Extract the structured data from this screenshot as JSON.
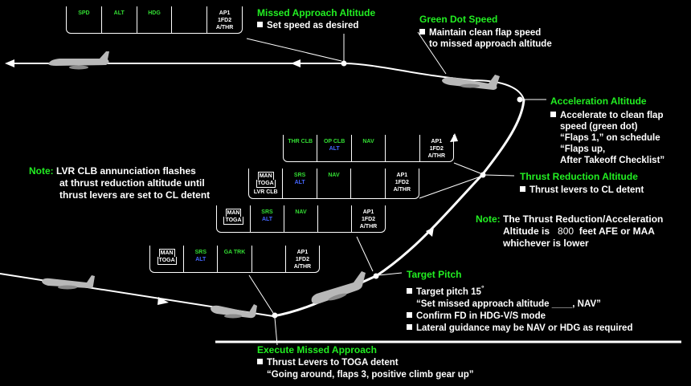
{
  "fma_panels": [
    {
      "id": "p1",
      "cells": [
        [
          "SPD"
        ],
        [
          "ALT"
        ],
        [
          "HDG"
        ],
        [
          ""
        ],
        [
          "AP1",
          "1FD2",
          "A/THR"
        ]
      ]
    },
    {
      "id": "p2",
      "cells": [
        [
          "THR CLB"
        ],
        [
          "OP CLB",
          "ALT"
        ],
        [
          "NAV"
        ],
        [
          ""
        ],
        [
          "AP1",
          "1FD2",
          "A/THR"
        ]
      ]
    },
    {
      "id": "p3",
      "cells": [
        [
          "MAN",
          "TOGA",
          "LVR CLB"
        ],
        [
          "SRS",
          "ALT"
        ],
        [
          "NAV"
        ],
        [
          ""
        ],
        [
          "AP1",
          "1FD2",
          "A/THR"
        ]
      ]
    },
    {
      "id": "p4",
      "cells": [
        [
          "MAN",
          "TOGA"
        ],
        [
          "SRS",
          "ALT"
        ],
        [
          "NAV"
        ],
        [
          ""
        ],
        [
          "AP1",
          "1FD2",
          "A/THR"
        ]
      ]
    },
    {
      "id": "p5",
      "cells": [
        [
          "MAN",
          "TOGA"
        ],
        [
          "SRS",
          "ALT"
        ],
        [
          "GA TRK"
        ],
        [
          ""
        ],
        [
          "AP1",
          "1FD2",
          "A/THR"
        ]
      ]
    }
  ],
  "missed_approach_altitude": {
    "title": "Missed Approach Altitude",
    "items": [
      "Set speed as desired"
    ]
  },
  "green_dot_speed": {
    "title": "Green Dot Speed",
    "items": [
      "Maintain clean flap speed"
    ],
    "cont": "to missed approach altitude"
  },
  "acceleration_altitude": {
    "title": "Acceleration Altitude",
    "lines": [
      "Accelerate to clean flap",
      "speed (green dot)",
      "“Flaps 1,” on schedule",
      "“Flaps up,",
      "After Takeoff Checklist”"
    ]
  },
  "thrust_reduction_altitude": {
    "title": "Thrust Reduction Altitude",
    "items": [
      "Thrust levers to CL detent"
    ]
  },
  "note_lvr": {
    "label": "Note:",
    "lines": [
      "LVR CLB annunciation flashes",
      "at thrust reduction altitude until",
      "thrust levers are set to CL detent"
    ]
  },
  "note_alt": {
    "label": "Note:",
    "lines": [
      "The Thrust Reduction/Acceleration",
      "Altitude is",
      "800",
      "feet AFE or MAA",
      "whichever is lower"
    ]
  },
  "target_pitch": {
    "title": "Target Pitch",
    "pitch_line": "Target pitch 15",
    "degree": "°",
    "quote": "“Set missed approach altitude ____, NAV”",
    "items": [
      "Confirm FD in HDG-V/S mode",
      "Lateral guidance may be NAV or HDG as required"
    ]
  },
  "execute_missed_approach": {
    "title": "Execute Missed Approach",
    "items": [
      "Thrust Levers to TOGA detent"
    ],
    "quote": "“Going around, flaps 3, positive climb gear up”"
  },
  "colors": {
    "mode_green": "#33dd33",
    "armed_blue": "#4466ff",
    "heading_green": "#22ee22",
    "background": "#000000"
  }
}
